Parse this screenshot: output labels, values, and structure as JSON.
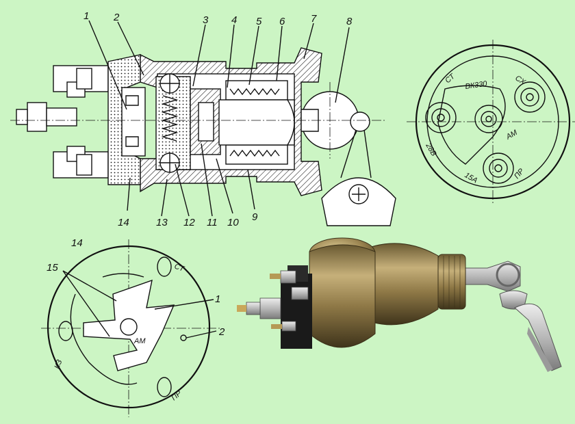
{
  "section": {
    "callouts": [
      "1",
      "2",
      "3",
      "4",
      "5",
      "6",
      "7",
      "8",
      "9",
      "10",
      "11",
      "12",
      "13",
      "14"
    ]
  },
  "end_view": {
    "labels": {
      "st": "СТ",
      "vk": "ВК330",
      "sh": "СХ",
      "am": "АМ",
      "a28": "28В",
      "a15": "15А",
      "pr": "ПР"
    }
  },
  "contact_view": {
    "callouts": {
      "n14": "14",
      "n15": "15",
      "n1": "1",
      "n2": "2"
    },
    "labels": {
      "st": "СТ",
      "am": "АМ",
      "kz": "КЗ",
      "pr": "ПР"
    }
  },
  "colors": {
    "background": "#ccf5c4",
    "brass": "#9a8450",
    "brass_dark": "#5e4f2c",
    "metal": "#c9c9c9",
    "insulator": "#1a1a1a"
  }
}
